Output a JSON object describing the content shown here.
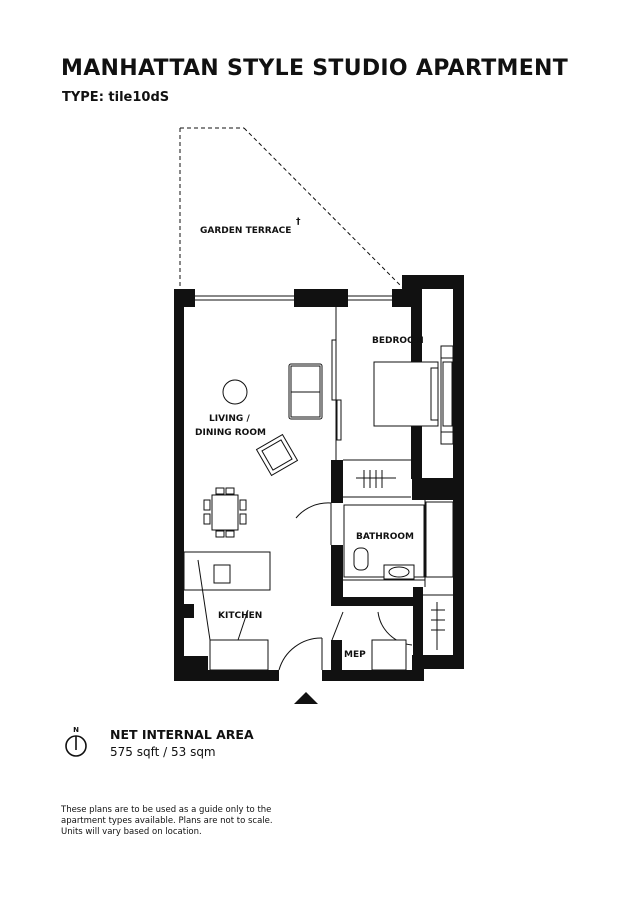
{
  "header": {
    "title": "MANHATTAN STYLE STUDIO APARTMENT",
    "type_line": "TYPE:  tile10dS"
  },
  "rooms": {
    "garden_terrace": "GARDEN TERRACE",
    "garden_terrace_mark": "†",
    "bedroom": "BEDROOM",
    "living_line1": "LIVING /",
    "living_line2": "DINING ROOM",
    "bathroom": "BATHROOM",
    "kitchen": "KITCHEN",
    "mep": "MEP"
  },
  "compass": {
    "label": "N"
  },
  "area": {
    "heading": "NET INTERNAL AREA",
    "value": "575 sqft / 53 sqm"
  },
  "disclaimer": [
    "These plans are to be used as a guide only to the",
    "apartment types available. Plans are not to scale.",
    "Units will vary based on location."
  ]
}
